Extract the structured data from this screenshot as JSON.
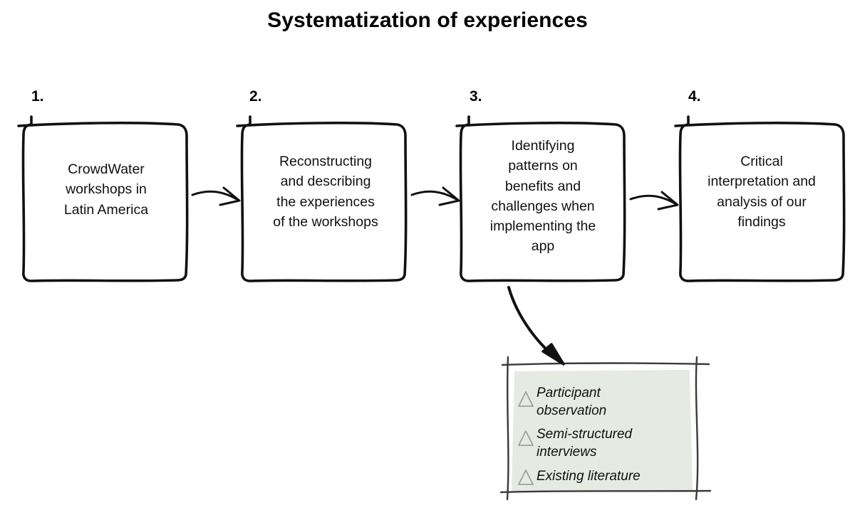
{
  "title": "Systematization of experiences",
  "steps": [
    {
      "number": "1.",
      "text": "CrowdWater\nworkshops in\nLatin America"
    },
    {
      "number": "2.",
      "text": "Reconstructing\nand describing\nthe experiences\nof the workshops"
    },
    {
      "number": "3.",
      "text": "Identifying\npatterns on\nbenefits and\nchallenges when\nimplementing the\napp"
    },
    {
      "number": "4.",
      "text": "Critical\ninterpretation and\nanalysis of our\nfindings"
    }
  ],
  "methods_note": {
    "items": [
      "Participant\nobservation",
      "Semi-structured\ninterviews",
      "Existing literature"
    ],
    "bullet_icon": "triangle-outline-icon",
    "background_color": "#e4e9e1",
    "bullet_color": "#9aa39a"
  },
  "connectors": [
    {
      "name": "arrow-step1-to-step2",
      "style": "curved-open-arrow"
    },
    {
      "name": "arrow-step2-to-step3",
      "style": "curved-open-arrow"
    },
    {
      "name": "arrow-step3-to-step4",
      "style": "curved-open-arrow"
    },
    {
      "name": "arrow-step3-to-methods-note",
      "style": "curved-solid-arrow"
    }
  ],
  "colors": {
    "stroke": "#111111",
    "note_fill": "#e4e9e1",
    "note_stroke": "#3a3a3a",
    "background": "#ffffff"
  }
}
